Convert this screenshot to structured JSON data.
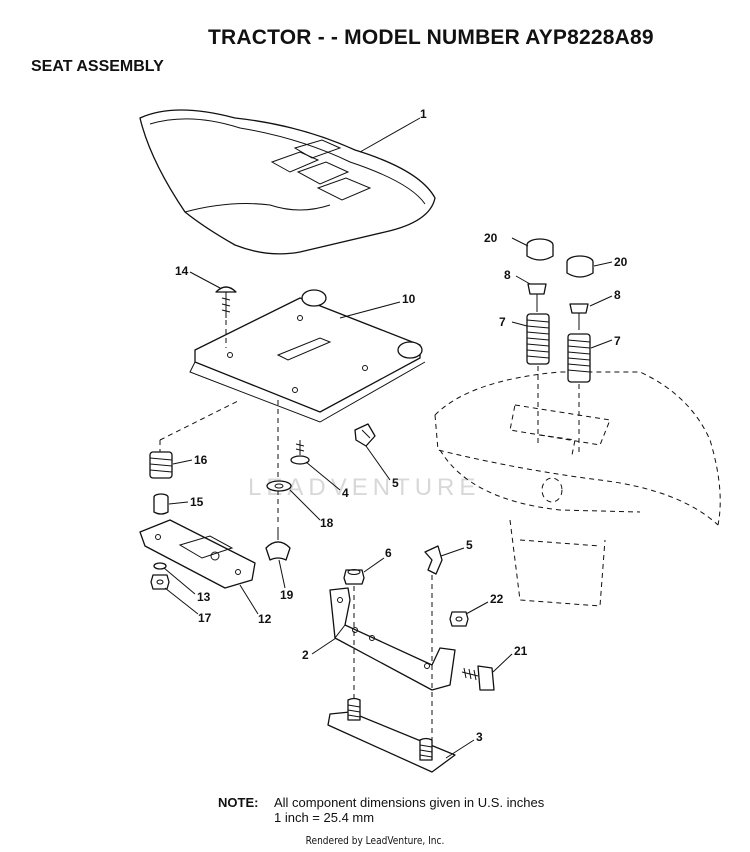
{
  "header": {
    "title": "TRACTOR - - MODEL NUMBER AYP8228A89",
    "section": "SEAT ASSEMBLY"
  },
  "watermark": "LEADVENTURE",
  "parts": {
    "seat": "1",
    "mounting_bracket": "2",
    "bottom_plate": "3",
    "washer_4": "4",
    "clip_5_upper": "5",
    "clip_5_lower": "5",
    "nut_6": "6",
    "spring_7_left": "7",
    "spring_7_right": "7",
    "bolt_8_left": "8",
    "bolt_8_right": "8",
    "seat_pan": "10",
    "slide_plate": "12",
    "part_13": "13",
    "carriage_bolt_14": "14",
    "spacer_15": "15",
    "spring_16": "16",
    "nut_17": "17",
    "washer_18": "18",
    "knob_19": "19",
    "bushing_20_left": "20",
    "bushing_20_right": "20",
    "bolt_21": "21",
    "nut_22": "22"
  },
  "note": {
    "label": "NOTE:",
    "line1": "All component dimensions given in U.S. inches",
    "line2": "1 inch = 25.4 mm"
  },
  "footer": "Rendered by LeadVenture, Inc."
}
